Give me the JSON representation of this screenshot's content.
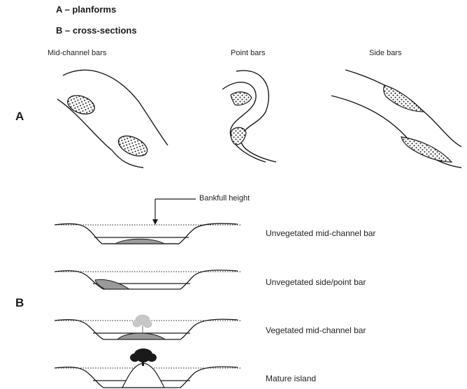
{
  "legend": {
    "a": "A – planforms",
    "b": "B – cross-sections"
  },
  "planform_labels": [
    "Mid-channel bars",
    "Point bars",
    "Side bars"
  ],
  "section_letters": {
    "a": "A",
    "b": "B"
  },
  "annotation": {
    "bankfull": "Bankfull height"
  },
  "cross_section_labels": [
    "Unvegetated mid-channel bar",
    "Unvegetated side/point bar",
    "Vegetated mid-channel bar",
    "Mature island"
  ],
  "colors": {
    "line": "#1a1a1a",
    "bar_fill": "#9a9a9a",
    "stipple_fill": "#f2f2f2",
    "tree_light": "#c8c8c8"
  }
}
